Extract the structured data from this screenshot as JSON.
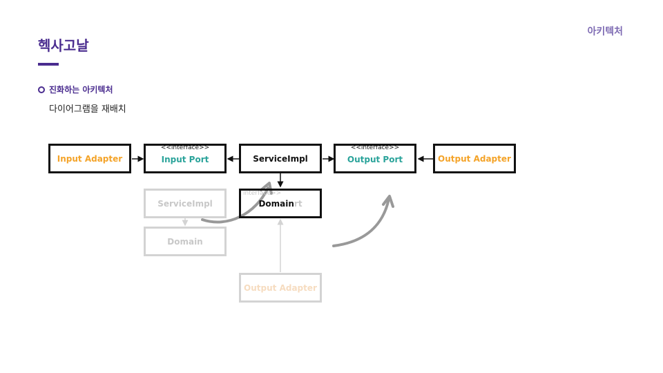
{
  "header": {
    "title": "헥사고날",
    "section": "아키텍처"
  },
  "content": {
    "bullet": "진화하는 아키텍처",
    "subtitle": "다이어그램을 재배치"
  },
  "diagram": {
    "stereotype": "<<interface>>",
    "stereotype_partial": "interface>>",
    "top_row": {
      "input_adapter": "Input Adapter",
      "input_port": "Input Port",
      "service_impl": "ServiceImpl",
      "output_port": "Output Port",
      "output_adapter": "Output Adapter"
    },
    "domain": "Domain",
    "domain_overlap_text": "rt",
    "ghost": {
      "service_impl": "ServiceImpl",
      "domain": "Domain",
      "output_adapter": "Output Adapter"
    }
  },
  "colors": {
    "brand": "#4a2c8f",
    "adapter": "#f4a328",
    "port": "#2aa39a",
    "ghost": "#d3d3d3",
    "arrow": "#999999"
  }
}
